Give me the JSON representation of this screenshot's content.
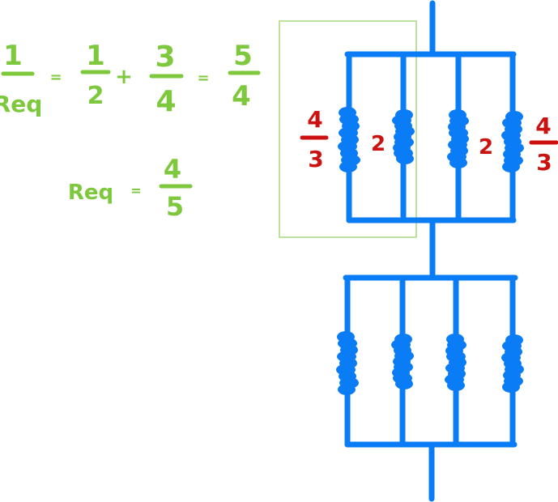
{
  "equations": {
    "line1": {
      "lhs": {
        "num": "1",
        "den": "Req"
      },
      "eq1": "=",
      "term1": {
        "num": "1",
        "den": "2"
      },
      "plus": "+",
      "term2": {
        "num": "3",
        "den": "4"
      },
      "eq2": "=",
      "result": {
        "num": "5",
        "den": "4"
      }
    },
    "line2": {
      "lhs": "Req",
      "eq": "=",
      "result": {
        "num": "4",
        "den": "5"
      }
    }
  },
  "circuit": {
    "colors": {
      "wire": "#0a7cf5",
      "label": "#cc1111",
      "highlight": "#7dc83c"
    },
    "top_group": {
      "labels": [
        {
          "num": "4",
          "den": "3"
        },
        {
          "value": "2"
        },
        {
          "value": "2"
        },
        {
          "num": "4",
          "den": "3"
        }
      ],
      "branches": 4
    },
    "bottom_group": {
      "branches": 4
    },
    "highlight_box": "selection"
  }
}
